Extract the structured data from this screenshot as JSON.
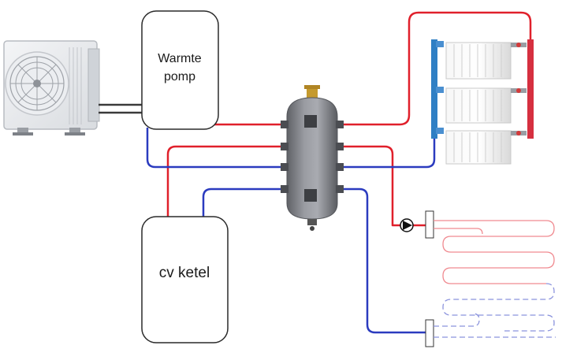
{
  "heat_pump": {
    "label_line1": "Warmte",
    "label_line2": "pomp"
  },
  "boiler": {
    "label": "cv ketel"
  },
  "colors": {
    "supply": "#e0202b",
    "return": "#2b3bbf",
    "floor_supply": "#f08a90",
    "floor_return": "#8b93dd",
    "vessel": "#7b7d83",
    "box_stroke": "#2a2a2a",
    "radiator_supply_pipe": "#d63040",
    "radiator_return_pipe": "#2f7fc4"
  },
  "icons": [
    "outdoor-unit-icon",
    "hydraulic-separator-icon",
    "radiator-icon",
    "circulation-pump-icon",
    "manifold-icon",
    "underfloor-loop-icon"
  ]
}
